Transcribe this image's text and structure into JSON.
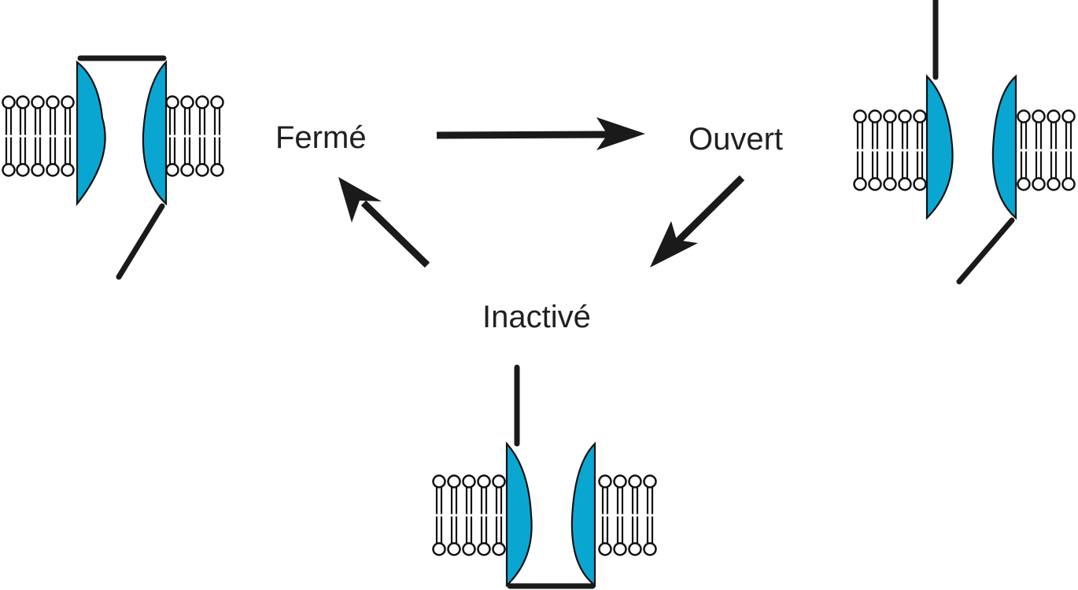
{
  "title": "Ion channel state cycle",
  "colors": {
    "subunit": "#0aa6d2",
    "line": "#1a1a1a",
    "text": "#231f20"
  },
  "states": [
    {
      "id": "closed",
      "label": "Fermé"
    },
    {
      "id": "open",
      "label": "Ouvert"
    },
    {
      "id": "inactivated",
      "label": "Inactivé"
    }
  ],
  "transitions": [
    {
      "from": "Fermé",
      "to": "Ouvert"
    },
    {
      "from": "Ouvert",
      "to": "Inactivé"
    },
    {
      "from": "Inactivé",
      "to": "Fermé"
    }
  ],
  "channels": [
    {
      "state": "Fermé",
      "activation_gate": "closed",
      "inactivation_gate": "open"
    },
    {
      "state": "Ouvert",
      "activation_gate": "open",
      "inactivation_gate": "open"
    },
    {
      "state": "Inactivé",
      "activation_gate": "open",
      "inactivation_gate": "closed"
    }
  ]
}
